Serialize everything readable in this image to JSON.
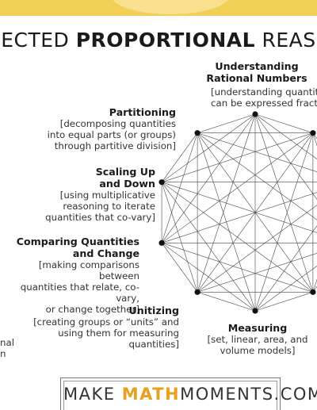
{
  "title": {
    "pre": "NECTED ",
    "bold": "PROPORTIONAL",
    "post": " REASO"
  },
  "nodes": [
    {
      "id": "understanding",
      "head1": "Understanding",
      "head2": "Rational Numbers",
      "desc1": "[understanding quantities tha",
      "desc2": "can be expressed fractionally"
    },
    {
      "id": "partitioning",
      "head1": "Partitioning",
      "desc1": "[decomposing quantities",
      "desc2": "into equal parts (or groups)",
      "desc3": "through partitive division]"
    },
    {
      "id": "scaling",
      "head1": "Scaling Up",
      "head2": "and Down",
      "desc1": "[using multiplicative",
      "desc2": "reasoning to iterate",
      "desc3": "quantities that co-vary]"
    },
    {
      "id": "comparing",
      "head1": "Comparing Quantities",
      "head2": "and Change",
      "desc1": "[making comparisons between",
      "desc2": "quantities that relate, co-vary,",
      "desc3": "or change together]"
    },
    {
      "id": "unitizing",
      "head1": "Unitizing",
      "desc1": "[creating groups or “units” and",
      "desc2": "using them for measuring",
      "desc3": "quantities]"
    },
    {
      "id": "measuring",
      "head1": "Measuring",
      "desc1": "[set, linear, area, and",
      "desc2": "volume models]"
    }
  ],
  "partial_left": {
    "line1": "nal",
    "line2": "n"
  },
  "footer": {
    "pre": "MAKE ",
    "accent": "MATH",
    "post": "MOMENTS.COM"
  }
}
